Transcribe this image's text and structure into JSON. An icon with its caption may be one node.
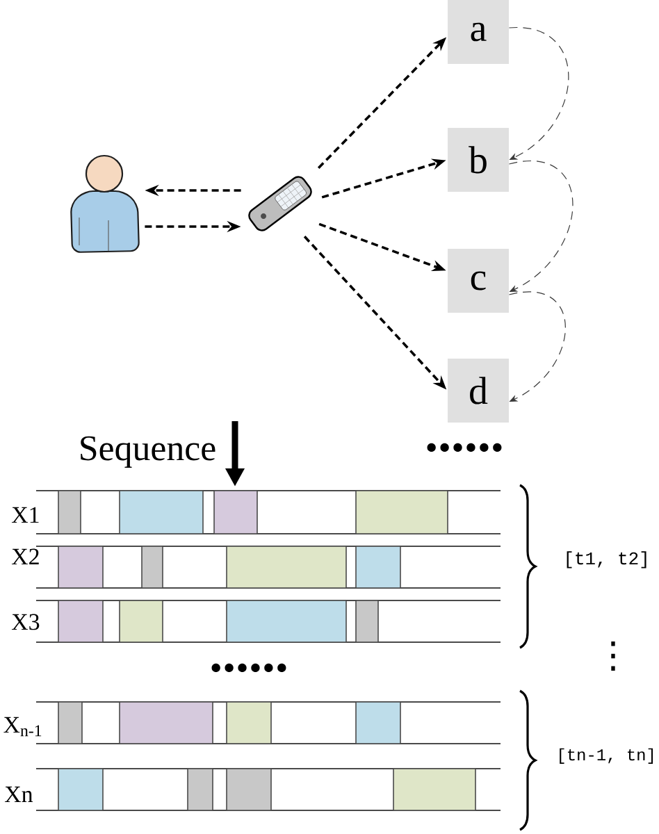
{
  "diagram": {
    "nodes": [
      {
        "text": [],
        "shape": "person"
      },
      {
        "text": [],
        "shape": "picture"
      },
      {
        "text": [
          "a"
        ]
      },
      {
        "text": [
          "b"
        ]
      },
      {
        "text": [
          "c"
        ]
      },
      {
        "text": [
          "d"
        ]
      }
    ],
    "edges": [
      {
        "from": 1,
        "to": 0,
        "arrow": "to",
        "style": "dashed"
      },
      {
        "from": 0,
        "to": 1,
        "arrow": "to",
        "style": "dashed"
      },
      {
        "from": 1,
        "to": 2,
        "arrow": "to",
        "style": "dashed"
      },
      {
        "from": 1,
        "to": 3,
        "arrow": "to",
        "style": "dashed"
      },
      {
        "from": 1,
        "to": 4,
        "arrow": "to",
        "style": "dashed"
      },
      {
        "from": 1,
        "to": 5,
        "arrow": "to",
        "style": "dashed"
      },
      {
        "from": 2,
        "to": 3,
        "arrow": "to",
        "style": "dashed"
      },
      {
        "from": 3,
        "to": 4,
        "arrow": "to",
        "style": "dashed"
      },
      {
        "from": 4,
        "to": 5,
        "arrow": "to",
        "style": "dashed"
      }
    ],
    "labels": [
      "Sequence",
      "......",
      "X1",
      "X2",
      "[t1, t2]",
      "X3",
      "⋮",
      "......",
      "X$_{n-1}$",
      "[tn-1, tn]",
      "Xn"
    ]
  }
}
